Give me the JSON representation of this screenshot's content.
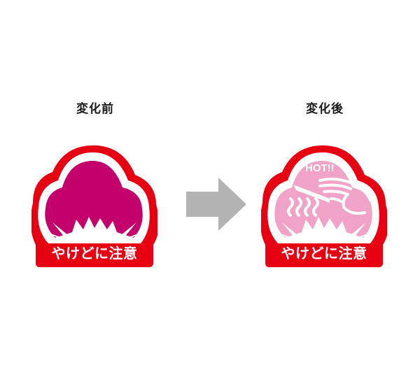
{
  "captions": {
    "before": "変化前",
    "after": "変化後"
  },
  "stickers": {
    "before": {
      "warning": "やけどに注意",
      "cloud_color": "#c3006b"
    },
    "after": {
      "warning": "やけどに注意",
      "badge": "HOT!!",
      "cloud_color": "#f0a3c6"
    }
  },
  "colors": {
    "frame_red": "#e60012",
    "arrow_gray": "#b3b3b3"
  },
  "icons": [
    "steam-icon",
    "hand-icon",
    "burst-icon",
    "arrow-right-icon"
  ]
}
